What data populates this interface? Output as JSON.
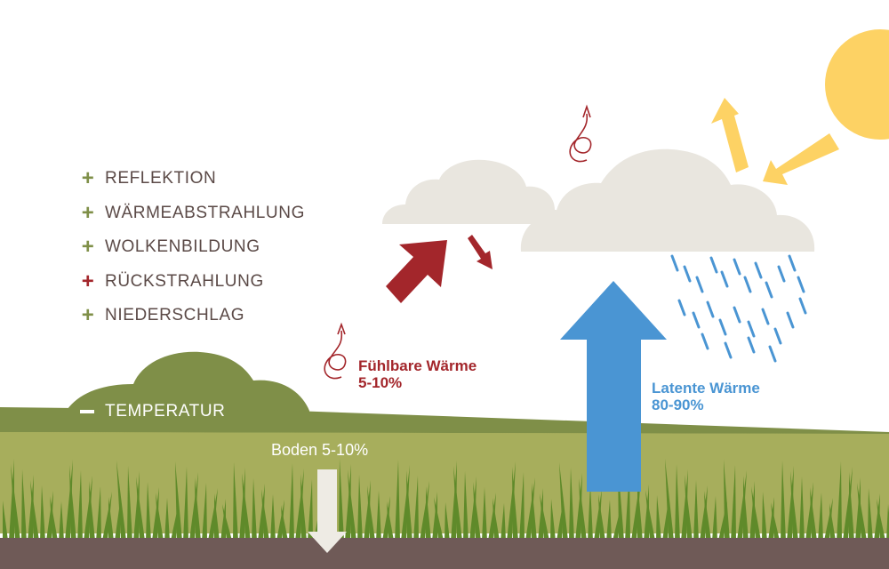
{
  "colors": {
    "sky": "#ffffff",
    "sun": "#fdd264",
    "cloud": "#e9e6df",
    "hill_green": "#7f8f48",
    "field_green": "#a7ae5c",
    "grass": "#5f8a2a",
    "soil": "#6f5a57",
    "latent_arrow": "#4a95d3",
    "sensible_arrow": "#a3262b",
    "text_brown": "#5b4a47"
  },
  "legend": [
    {
      "sign": "+",
      "label": "REFLEKTION",
      "sign_color": "#7f8f48",
      "icon": "plus-icon"
    },
    {
      "sign": "+",
      "label": "WÄRMEABSTRAHLUNG",
      "sign_color": "#7f8f48",
      "icon": "plus-icon"
    },
    {
      "sign": "+",
      "label": "WOLKENBILDUNG",
      "sign_color": "#7f8f48",
      "icon": "plus-icon"
    },
    {
      "sign": "+",
      "label": "RÜCKSTRAHLUNG",
      "sign_color": "#a3262b",
      "icon": "plus-icon"
    },
    {
      "sign": "+",
      "label": "NIEDERSCHLAG",
      "sign_color": "#7f8f48",
      "icon": "plus-icon"
    }
  ],
  "temperature": {
    "sign": "−",
    "label": "TEMPERATUR",
    "icon": "minus-icon"
  },
  "labels": {
    "fuehlbare_title": "Fühlbare Wärme",
    "fuehlbare_value": "5-10%",
    "latente_title": "Latente Wärme",
    "latente_value": "80-90%",
    "boden": "Boden 5-10%"
  }
}
